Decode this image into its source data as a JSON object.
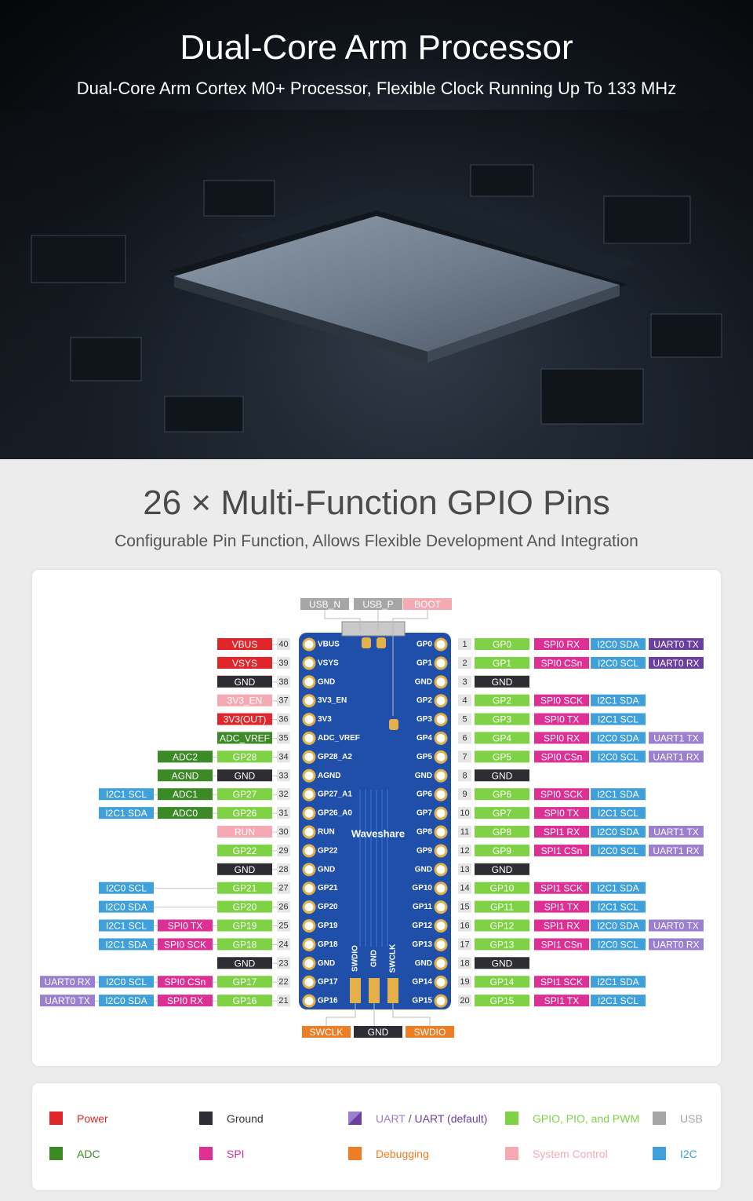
{
  "hero": {
    "title": "Dual-Core Arm Processor",
    "subtitle": "Dual-Core Arm Cortex M0+ Processor, Flexible Clock Running Up To 133 MHz"
  },
  "gpio": {
    "title": "26 × Multi-Function GPIO Pins",
    "subtitle": "Configurable Pin Function, Allows Flexible Development And Integration"
  },
  "colors": {
    "power": "#e0262b",
    "ground": "#2d2d33",
    "uart": "#6a3fa0",
    "uart_light": "#9b7fd0",
    "gpio": "#7fd145",
    "usb": "#a6a6a6",
    "adc": "#3c8a26",
    "spi": "#de2f94",
    "debug": "#ee7d24",
    "system": "#f4a9b3",
    "i2c": "#3fa0dc"
  },
  "board": {
    "brand": "Waveshare",
    "top_labels": [
      {
        "text": "USB_N",
        "type": "usb"
      },
      {
        "text": "USB_P",
        "type": "usb"
      },
      {
        "text": "BOOT",
        "type": "system"
      }
    ],
    "bottom_labels": [
      {
        "text": "SWCLK",
        "type": "debug"
      },
      {
        "text": "GND",
        "type": "ground"
      },
      {
        "text": "SWDIO",
        "type": "debug"
      }
    ],
    "bottom_pads": [
      "SWDIO",
      "GND",
      "SWCLK"
    ],
    "left_pins": [
      {
        "num": "40",
        "silk": "VBUS",
        "labels": [
          {
            "text": "VBUS",
            "type": "power"
          }
        ]
      },
      {
        "num": "39",
        "silk": "VSYS",
        "labels": [
          {
            "text": "VSYS",
            "type": "power"
          }
        ]
      },
      {
        "num": "38",
        "silk": "GND",
        "labels": [
          {
            "text": "GND",
            "type": "ground"
          }
        ]
      },
      {
        "num": "37",
        "silk": "3V3_EN",
        "labels": [
          {
            "text": "3V3_EN",
            "type": "system"
          }
        ]
      },
      {
        "num": "36",
        "silk": "3V3",
        "labels": [
          {
            "text": "3V3(OUT)",
            "type": "power"
          }
        ]
      },
      {
        "num": "35",
        "silk": "ADC_VREF",
        "labels": [
          {
            "text": "ADC_VREF",
            "type": "adc"
          }
        ]
      },
      {
        "num": "34",
        "silk": "GP28_A2",
        "labels": [
          {
            "text": "GP28",
            "type": "gpio"
          },
          {
            "text": "ADC2",
            "type": "adc"
          }
        ]
      },
      {
        "num": "33",
        "silk": "AGND",
        "labels": [
          {
            "text": "GND",
            "type": "ground"
          },
          {
            "text": "AGND",
            "type": "adc"
          }
        ]
      },
      {
        "num": "32",
        "silk": "GP27_A1",
        "labels": [
          {
            "text": "GP27",
            "type": "gpio"
          },
          {
            "text": "ADC1",
            "type": "adc"
          },
          {
            "text": "I2C1 SCL",
            "type": "i2c"
          }
        ]
      },
      {
        "num": "31",
        "silk": "GP26_A0",
        "labels": [
          {
            "text": "GP26",
            "type": "gpio"
          },
          {
            "text": "ADC0",
            "type": "adc"
          },
          {
            "text": "I2C1 SDA",
            "type": "i2c"
          }
        ]
      },
      {
        "num": "30",
        "silk": "RUN",
        "labels": [
          {
            "text": "RUN",
            "type": "system"
          }
        ]
      },
      {
        "num": "29",
        "silk": "GP22",
        "labels": [
          {
            "text": "GP22",
            "type": "gpio"
          }
        ]
      },
      {
        "num": "28",
        "silk": "GND",
        "labels": [
          {
            "text": "GND",
            "type": "ground"
          }
        ]
      },
      {
        "num": "27",
        "silk": "GP21",
        "labels": [
          {
            "text": "GP21",
            "type": "gpio"
          },
          {
            "text": "",
            "type": "none"
          },
          {
            "text": "I2C0 SCL",
            "type": "i2c"
          }
        ]
      },
      {
        "num": "26",
        "silk": "GP20",
        "labels": [
          {
            "text": "GP20",
            "type": "gpio"
          },
          {
            "text": "",
            "type": "none"
          },
          {
            "text": "I2C0 SDA",
            "type": "i2c"
          }
        ]
      },
      {
        "num": "25",
        "silk": "GP19",
        "labels": [
          {
            "text": "GP19",
            "type": "gpio"
          },
          {
            "text": "SPI0 TX",
            "type": "spi"
          },
          {
            "text": "I2C1 SCL",
            "type": "i2c"
          }
        ]
      },
      {
        "num": "24",
        "silk": "GP18",
        "labels": [
          {
            "text": "GP18",
            "type": "gpio"
          },
          {
            "text": "SPI0 SCK",
            "type": "spi"
          },
          {
            "text": "I2C1 SDA",
            "type": "i2c"
          }
        ]
      },
      {
        "num": "23",
        "silk": "GND",
        "labels": [
          {
            "text": "GND",
            "type": "ground"
          }
        ]
      },
      {
        "num": "22",
        "silk": "GP17",
        "labels": [
          {
            "text": "GP17",
            "type": "gpio"
          },
          {
            "text": "SPI0 CSn",
            "type": "spi"
          },
          {
            "text": "I2C0 SCL",
            "type": "i2c"
          },
          {
            "text": "UART0 RX",
            "type": "uart_light"
          }
        ]
      },
      {
        "num": "21",
        "silk": "GP16",
        "labels": [
          {
            "text": "GP16",
            "type": "gpio"
          },
          {
            "text": "SPI0 RX",
            "type": "spi"
          },
          {
            "text": "I2C0 SDA",
            "type": "i2c"
          },
          {
            "text": "UART0 TX",
            "type": "uart_light"
          }
        ]
      }
    ],
    "right_pins": [
      {
        "num": "1",
        "silk": "GP0",
        "labels": [
          {
            "text": "GP0",
            "type": "gpio"
          },
          {
            "text": "SPI0 RX",
            "type": "spi"
          },
          {
            "text": "I2C0 SDA",
            "type": "i2c"
          },
          {
            "text": "UART0 TX",
            "type": "uart"
          }
        ]
      },
      {
        "num": "2",
        "silk": "GP1",
        "labels": [
          {
            "text": "GP1",
            "type": "gpio"
          },
          {
            "text": "SPI0 CSn",
            "type": "spi"
          },
          {
            "text": "I2C0 SCL",
            "type": "i2c"
          },
          {
            "text": "UART0 RX",
            "type": "uart"
          }
        ]
      },
      {
        "num": "3",
        "silk": "GND",
        "labels": [
          {
            "text": "GND",
            "type": "ground"
          }
        ]
      },
      {
        "num": "4",
        "silk": "GP2",
        "labels": [
          {
            "text": "GP2",
            "type": "gpio"
          },
          {
            "text": "SPI0 SCK",
            "type": "spi"
          },
          {
            "text": "I2C1 SDA",
            "type": "i2c"
          }
        ]
      },
      {
        "num": "5",
        "silk": "GP3",
        "labels": [
          {
            "text": "GP3",
            "type": "gpio"
          },
          {
            "text": "SPI0 TX",
            "type": "spi"
          },
          {
            "text": "I2C1 SCL",
            "type": "i2c"
          }
        ]
      },
      {
        "num": "6",
        "silk": "GP4",
        "labels": [
          {
            "text": "GP4",
            "type": "gpio"
          },
          {
            "text": "SPI0 RX",
            "type": "spi"
          },
          {
            "text": "I2C0 SDA",
            "type": "i2c"
          },
          {
            "text": "UART1 TX",
            "type": "uart_light"
          }
        ]
      },
      {
        "num": "7",
        "silk": "GP5",
        "labels": [
          {
            "text": "GP5",
            "type": "gpio"
          },
          {
            "text": "SPI0 CSn",
            "type": "spi"
          },
          {
            "text": "I2C0 SCL",
            "type": "i2c"
          },
          {
            "text": "UART1 RX",
            "type": "uart_light"
          }
        ]
      },
      {
        "num": "8",
        "silk": "GND",
        "labels": [
          {
            "text": "GND",
            "type": "ground"
          }
        ]
      },
      {
        "num": "9",
        "silk": "GP6",
        "labels": [
          {
            "text": "GP6",
            "type": "gpio"
          },
          {
            "text": "SPI0 SCK",
            "type": "spi"
          },
          {
            "text": "I2C1 SDA",
            "type": "i2c"
          }
        ]
      },
      {
        "num": "10",
        "silk": "GP7",
        "labels": [
          {
            "text": "GP7",
            "type": "gpio"
          },
          {
            "text": "SPI0 TX",
            "type": "spi"
          },
          {
            "text": "I2C1 SCL",
            "type": "i2c"
          }
        ]
      },
      {
        "num": "11",
        "silk": "GP8",
        "labels": [
          {
            "text": "GP8",
            "type": "gpio"
          },
          {
            "text": "SPI1 RX",
            "type": "spi"
          },
          {
            "text": "I2C0 SDA",
            "type": "i2c"
          },
          {
            "text": "UART1 TX",
            "type": "uart_light"
          }
        ]
      },
      {
        "num": "12",
        "silk": "GP9",
        "labels": [
          {
            "text": "GP9",
            "type": "gpio"
          },
          {
            "text": "SPI1 CSn",
            "type": "spi"
          },
          {
            "text": "I2C0 SCL",
            "type": "i2c"
          },
          {
            "text": "UART1 RX",
            "type": "uart_light"
          }
        ]
      },
      {
        "num": "13",
        "silk": "GND",
        "labels": [
          {
            "text": "GND",
            "type": "ground"
          }
        ]
      },
      {
        "num": "14",
        "silk": "GP10",
        "labels": [
          {
            "text": "GP10",
            "type": "gpio"
          },
          {
            "text": "SPI1 SCK",
            "type": "spi"
          },
          {
            "text": "I2C1 SDA",
            "type": "i2c"
          }
        ]
      },
      {
        "num": "15",
        "silk": "GP11",
        "labels": [
          {
            "text": "GP11",
            "type": "gpio"
          },
          {
            "text": "SPI1 TX",
            "type": "spi"
          },
          {
            "text": "I2C1 SCL",
            "type": "i2c"
          }
        ]
      },
      {
        "num": "16",
        "silk": "GP12",
        "labels": [
          {
            "text": "GP12",
            "type": "gpio"
          },
          {
            "text": "SPI1 RX",
            "type": "spi"
          },
          {
            "text": "I2C0 SDA",
            "type": "i2c"
          },
          {
            "text": "UART0 TX",
            "type": "uart_light"
          }
        ]
      },
      {
        "num": "17",
        "silk": "GP13",
        "labels": [
          {
            "text": "GP13",
            "type": "gpio"
          },
          {
            "text": "SPI1 CSn",
            "type": "spi"
          },
          {
            "text": "I2C0 SCL",
            "type": "i2c"
          },
          {
            "text": "UART0 RX",
            "type": "uart_light"
          }
        ]
      },
      {
        "num": "18",
        "silk": "GND",
        "labels": [
          {
            "text": "GND",
            "type": "ground"
          }
        ]
      },
      {
        "num": "19",
        "silk": "GP14",
        "labels": [
          {
            "text": "GP14",
            "type": "gpio"
          },
          {
            "text": "SPI1 SCK",
            "type": "spi"
          },
          {
            "text": "I2C1 SDA",
            "type": "i2c"
          }
        ]
      },
      {
        "num": "20",
        "silk": "GP15",
        "labels": [
          {
            "text": "GP15",
            "type": "gpio"
          },
          {
            "text": "SPI1 TX",
            "type": "spi"
          },
          {
            "text": "I2C1 SCL",
            "type": "i2c"
          }
        ]
      }
    ]
  },
  "legend": {
    "power": "Power",
    "ground": "Ground",
    "uart": "UART",
    "uart_sep": " / ",
    "uart_default": "UART (default)",
    "gpio": "GPIO, PIO, and PWM",
    "usb": "USB",
    "adc": "ADC",
    "spi": "SPI",
    "debug": "Debugging",
    "system": "System Control",
    "i2c": "I2C"
  }
}
